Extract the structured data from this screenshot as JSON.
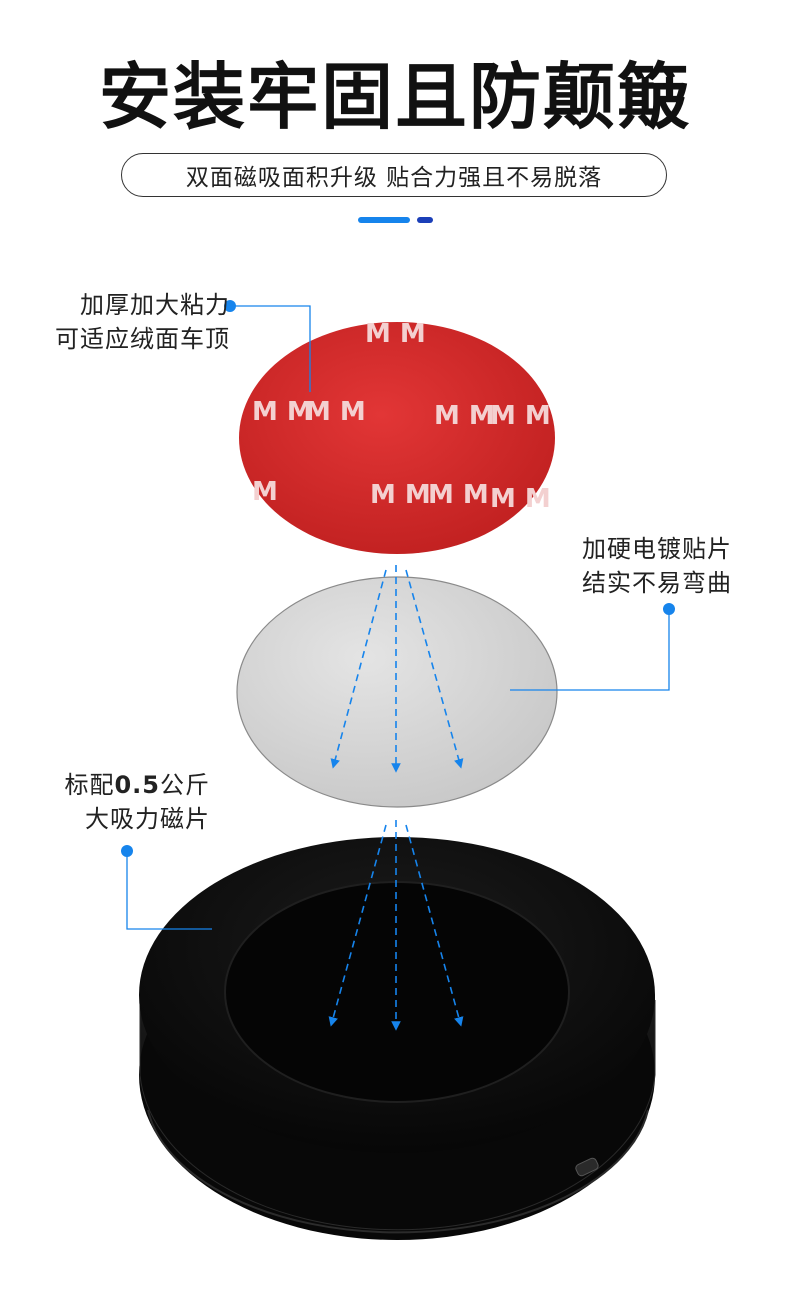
{
  "header": {
    "title": "安装牢固且防颠簸",
    "subtitle": "双面磁吸面积升级 贴合力强且不易脱落"
  },
  "callouts": {
    "adhesive": {
      "line1": "加厚加大粘力",
      "line2": "可适应绒面车顶"
    },
    "plate": {
      "line1": "加硬电镀贴片",
      "line2": "结实不易弯曲"
    },
    "magnet": {
      "line1_prefix": "标配",
      "line1_bold": "0.5",
      "line1_suffix": "公斤",
      "line2": "大吸力磁片"
    }
  },
  "adhesive_pad": {
    "logo_text": "M M"
  },
  "colors": {
    "accent_blue": "#1684ec",
    "accent_blue_dark": "#1b3fb8",
    "adhesive_red": "#d42a2a",
    "plate_gray": "#d6d6d6",
    "magnet_black": "#0e0e0e"
  }
}
